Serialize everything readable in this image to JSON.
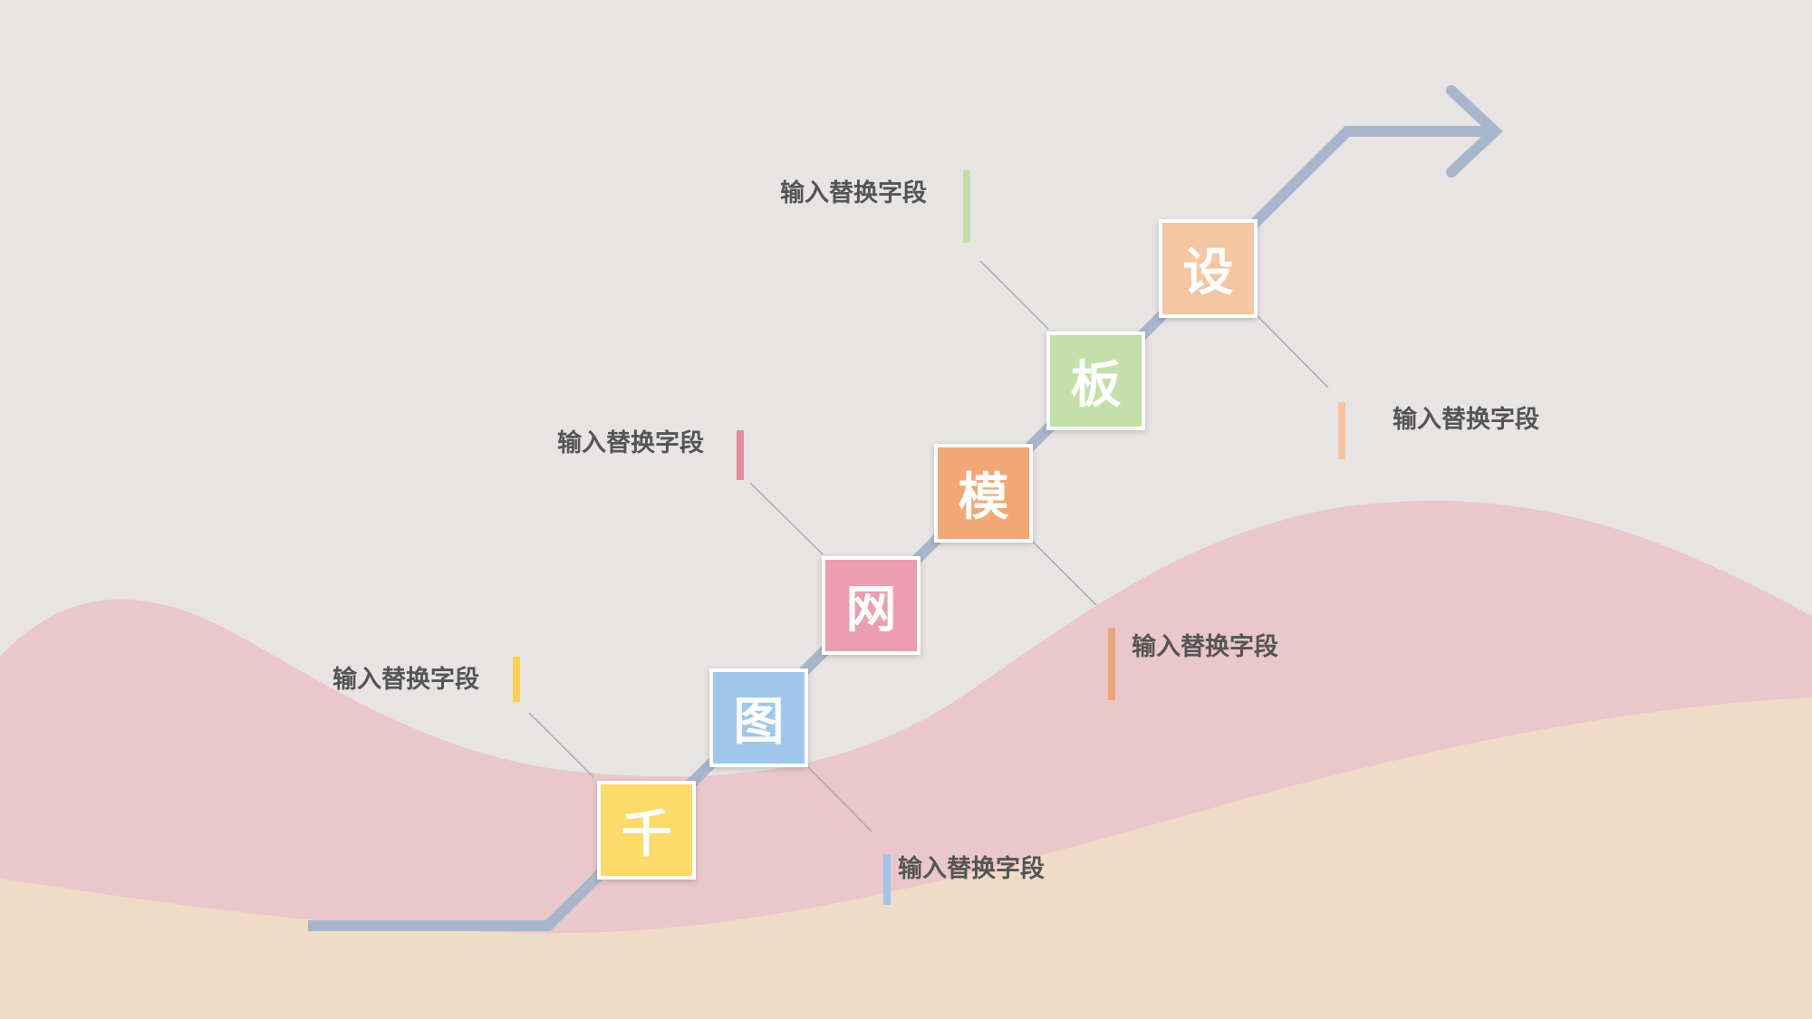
{
  "steps": [
    {
      "char": "千",
      "color": "#fed96b"
    },
    {
      "char": "图",
      "color": "#9fc7eb"
    },
    {
      "char": "网",
      "color": "#eb9eb2"
    },
    {
      "char": "模",
      "color": "#f2a874"
    },
    {
      "char": "板",
      "color": "#c2e0a7"
    },
    {
      "char": "设",
      "color": "#f5c6a2"
    }
  ],
  "labels": [
    {
      "text": "输入替换字段",
      "color": "#f8d052"
    },
    {
      "text": "输入替换字段",
      "color": "#9fc4ea"
    },
    {
      "text": "输入替换字段",
      "color": "#e8899f"
    },
    {
      "text": "输入替换字段",
      "color": "#eba776"
    },
    {
      "text": "输入替换字段",
      "color": "#bfe0a3"
    },
    {
      "text": "输入替换字段",
      "color": "#f7c4a0"
    }
  ],
  "colors": {
    "background": "#e7e4e3",
    "path": "#a7b6cb",
    "hill_pink": "#e9c3c8",
    "hill_sand": "#efdcc5"
  }
}
